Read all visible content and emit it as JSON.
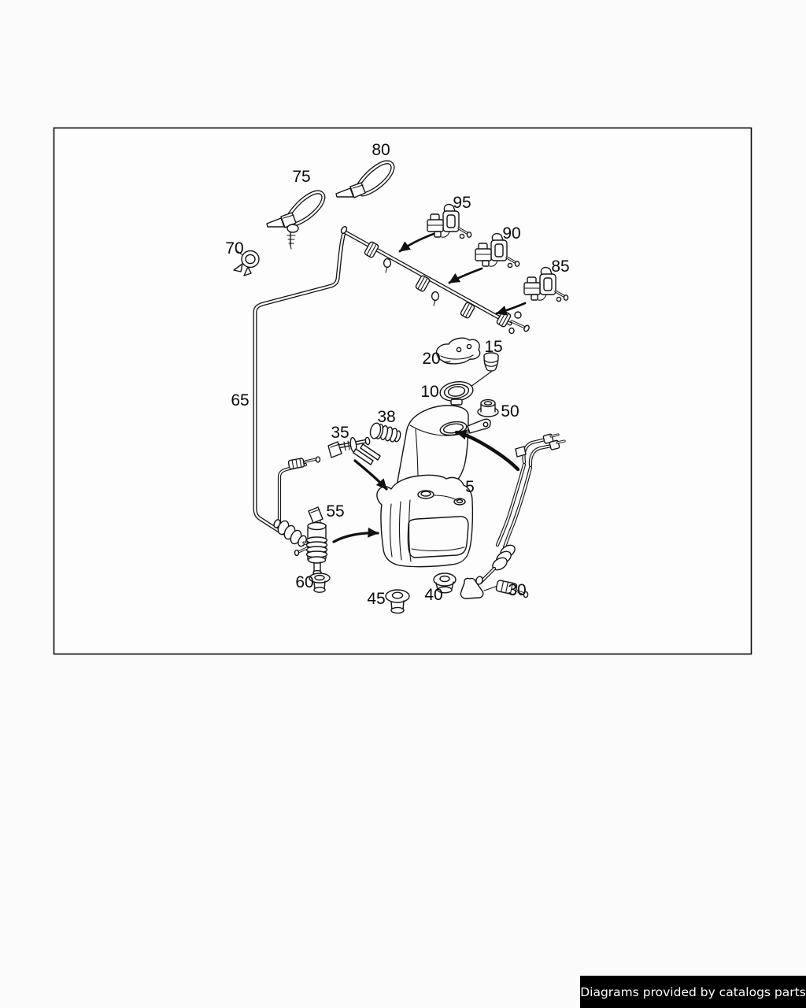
{
  "page": {
    "background": "#fbfbfb"
  },
  "diagram": {
    "type": "exploded-parts-diagram",
    "subject": "windshield washer reservoir, pump, hoses and nozzles",
    "frame_color": "#0a0a0a",
    "line_color": "#141414",
    "labels": [
      {
        "part": "80",
        "text": "80"
      },
      {
        "part": "75",
        "text": "75"
      },
      {
        "part": "70",
        "text": "70"
      },
      {
        "part": "95",
        "text": "95"
      },
      {
        "part": "90",
        "text": "90"
      },
      {
        "part": "85",
        "text": "85"
      },
      {
        "part": "20",
        "text": "20"
      },
      {
        "part": "15",
        "text": "15"
      },
      {
        "part": "10",
        "text": "10"
      },
      {
        "part": "50",
        "text": "50"
      },
      {
        "part": "38",
        "text": "38"
      },
      {
        "part": "35",
        "text": "35"
      },
      {
        "part": "5",
        "text": "5"
      },
      {
        "part": "65",
        "text": "65"
      },
      {
        "part": "55",
        "text": "55"
      },
      {
        "part": "60",
        "text": "60"
      },
      {
        "part": "45",
        "text": "45"
      },
      {
        "part": "40",
        "text": "40"
      },
      {
        "part": "30",
        "text": "30"
      }
    ]
  },
  "footer": {
    "text": "Diagrams provided by catalogs parts",
    "background": "#000000",
    "text_color": "#ffffff"
  }
}
